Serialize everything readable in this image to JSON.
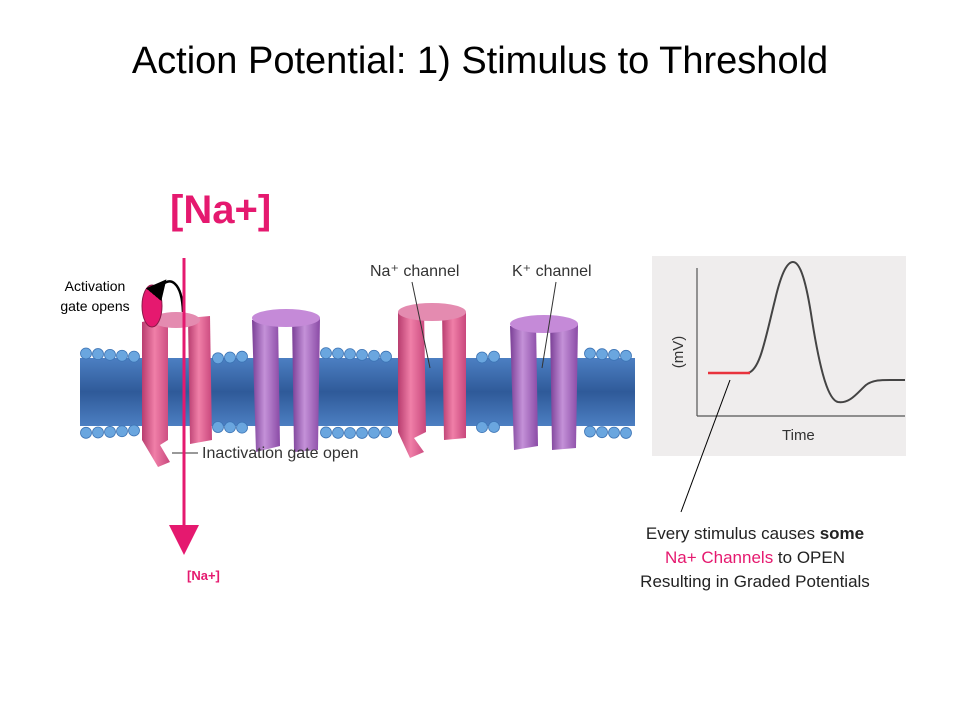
{
  "title": "Action Potential: 1) Stimulus to Threshold",
  "na_top_label": "[Na+]",
  "na_bottom_label": "[Na+]",
  "activation_label_line1": "Activation",
  "activation_label_line2": "gate opens",
  "membrane": {
    "na_channel_label": "Na⁺ channel",
    "k_channel_label": "K⁺ channel",
    "inactivation_label": "Inactivation gate open"
  },
  "graph": {
    "ylabel": "(mV)",
    "xlabel": "Time"
  },
  "caption": {
    "line1_prefix": "Every stimulus causes ",
    "line1_bold": "some",
    "line2_pink": "Na+ Channels",
    "line2_rest": " to OPEN",
    "line3": "Resulting in Graded Potentials"
  },
  "colors": {
    "accent": "#e5196f",
    "membrane": "#3f6fb1",
    "phospholipid_head": "#6aa6df",
    "na_channel": "#d9578c",
    "k_channel": "#9a5ab3",
    "graded_segment": "#e8323c"
  }
}
